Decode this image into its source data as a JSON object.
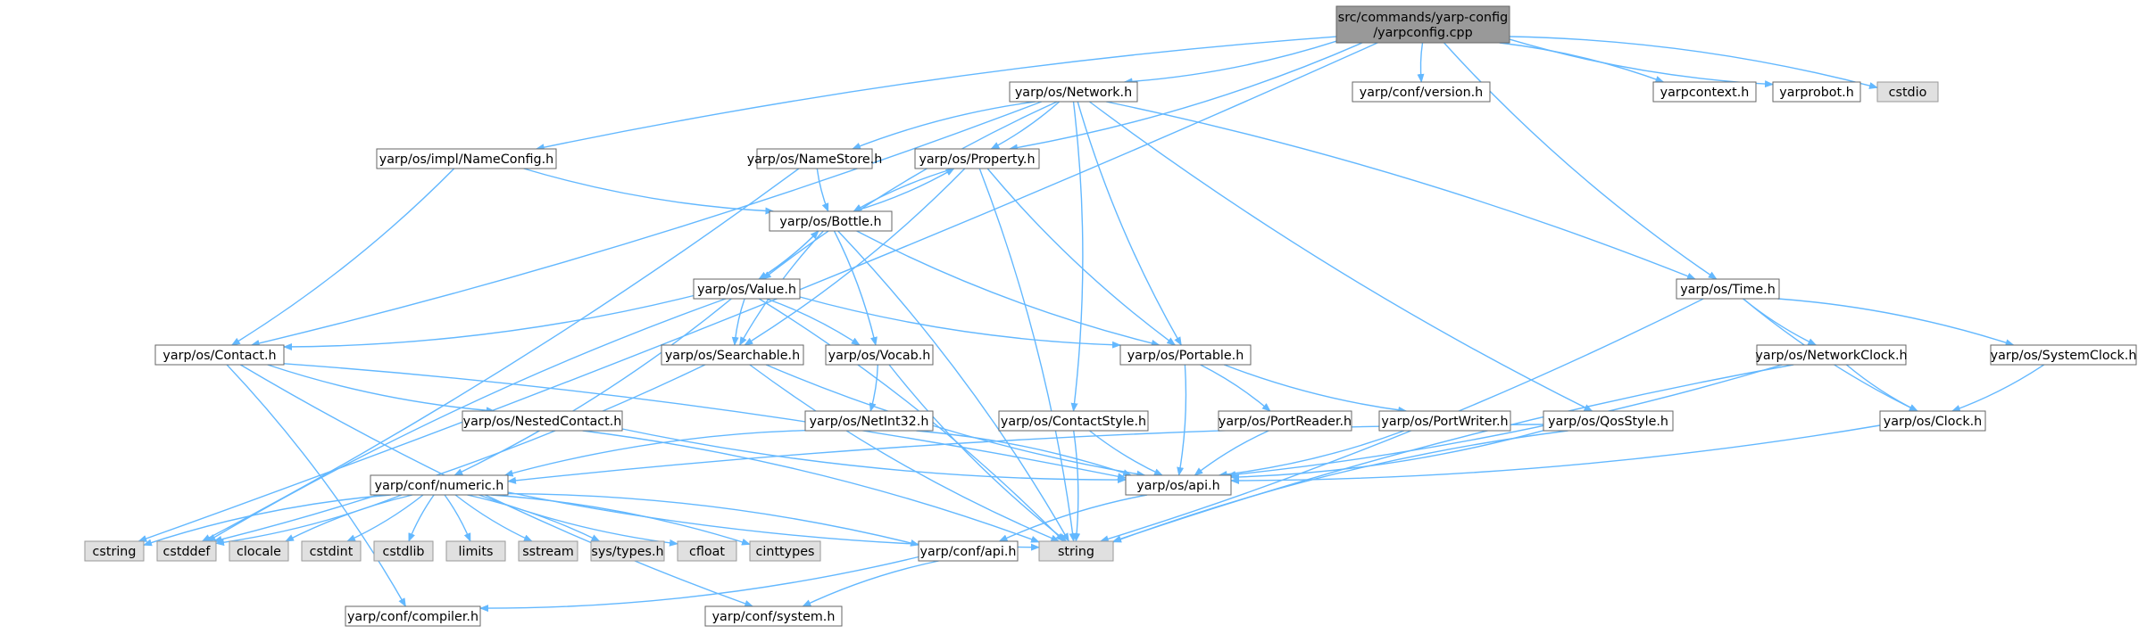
{
  "colors": {
    "root_fill": "#999999",
    "root_stroke": "#666666",
    "file_fill": "#ffffff",
    "file_stroke": "#666666",
    "std_fill": "#e0e0e0",
    "std_stroke": "#999999",
    "edge": "#63b8ff"
  },
  "nodes": [
    {
      "id": "root",
      "kind": "root",
      "lines": [
        "src/commands/yarp-config",
        "/yarpconfig.cpp"
      ]
    },
    {
      "id": "network",
      "kind": "file",
      "lines": [
        "yarp/os/Network.h"
      ]
    },
    {
      "id": "confversion",
      "kind": "file",
      "lines": [
        "yarp/conf/version.h"
      ]
    },
    {
      "id": "yarpcontext",
      "kind": "file",
      "lines": [
        "yarpcontext.h"
      ]
    },
    {
      "id": "yarprobot",
      "kind": "file",
      "lines": [
        "yarprobot.h"
      ]
    },
    {
      "id": "cstdio",
      "kind": "std",
      "lines": [
        "cstdio"
      ]
    },
    {
      "id": "nameconfig",
      "kind": "file",
      "lines": [
        "yarp/os/impl/NameConfig.h"
      ]
    },
    {
      "id": "namestore",
      "kind": "file",
      "lines": [
        "yarp/os/NameStore.h"
      ]
    },
    {
      "id": "property",
      "kind": "file",
      "lines": [
        "yarp/os/Property.h"
      ]
    },
    {
      "id": "bottle",
      "kind": "file",
      "lines": [
        "yarp/os/Bottle.h"
      ]
    },
    {
      "id": "value",
      "kind": "file",
      "lines": [
        "yarp/os/Value.h"
      ]
    },
    {
      "id": "time",
      "kind": "file",
      "lines": [
        "yarp/os/Time.h"
      ]
    },
    {
      "id": "contact",
      "kind": "file",
      "lines": [
        "yarp/os/Contact.h"
      ]
    },
    {
      "id": "searchable",
      "kind": "file",
      "lines": [
        "yarp/os/Searchable.h"
      ]
    },
    {
      "id": "vocab",
      "kind": "file",
      "lines": [
        "yarp/os/Vocab.h"
      ]
    },
    {
      "id": "portable",
      "kind": "file",
      "lines": [
        "yarp/os/Portable.h"
      ]
    },
    {
      "id": "networkclock",
      "kind": "file",
      "lines": [
        "yarp/os/NetworkClock.h"
      ]
    },
    {
      "id": "systemclock",
      "kind": "file",
      "lines": [
        "yarp/os/SystemClock.h"
      ]
    },
    {
      "id": "nestedcontact",
      "kind": "file",
      "lines": [
        "yarp/os/NestedContact.h"
      ]
    },
    {
      "id": "netint32",
      "kind": "file",
      "lines": [
        "yarp/os/NetInt32.h"
      ]
    },
    {
      "id": "contactstyle",
      "kind": "file",
      "lines": [
        "yarp/os/ContactStyle.h"
      ]
    },
    {
      "id": "portreader",
      "kind": "file",
      "lines": [
        "yarp/os/PortReader.h"
      ]
    },
    {
      "id": "portwriter",
      "kind": "file",
      "lines": [
        "yarp/os/PortWriter.h"
      ]
    },
    {
      "id": "qosstyle",
      "kind": "file",
      "lines": [
        "yarp/os/QosStyle.h"
      ]
    },
    {
      "id": "clock",
      "kind": "file",
      "lines": [
        "yarp/os/Clock.h"
      ]
    },
    {
      "id": "numeric",
      "kind": "file",
      "lines": [
        "yarp/conf/numeric.h"
      ]
    },
    {
      "id": "osapi",
      "kind": "file",
      "lines": [
        "yarp/os/api.h"
      ]
    },
    {
      "id": "cstring",
      "kind": "std",
      "lines": [
        "cstring"
      ]
    },
    {
      "id": "cstddef",
      "kind": "std",
      "lines": [
        "cstddef"
      ]
    },
    {
      "id": "clocale",
      "kind": "std",
      "lines": [
        "clocale"
      ]
    },
    {
      "id": "cstdint",
      "kind": "std",
      "lines": [
        "cstdint"
      ]
    },
    {
      "id": "cstdlib",
      "kind": "std",
      "lines": [
        "cstdlib"
      ]
    },
    {
      "id": "limits",
      "kind": "std",
      "lines": [
        "limits"
      ]
    },
    {
      "id": "sstream",
      "kind": "std",
      "lines": [
        "sstream"
      ]
    },
    {
      "id": "systypes",
      "kind": "std",
      "lines": [
        "sys/types.h"
      ]
    },
    {
      "id": "cfloat",
      "kind": "std",
      "lines": [
        "cfloat"
      ]
    },
    {
      "id": "cinttypes",
      "kind": "std",
      "lines": [
        "cinttypes"
      ]
    },
    {
      "id": "string",
      "kind": "std",
      "lines": [
        "string"
      ]
    },
    {
      "id": "confapi",
      "kind": "file",
      "lines": [
        "yarp/conf/api.h"
      ]
    },
    {
      "id": "compiler",
      "kind": "file",
      "lines": [
        "yarp/conf/compiler.h"
      ]
    },
    {
      "id": "system",
      "kind": "file",
      "lines": [
        "yarp/conf/system.h"
      ]
    }
  ],
  "edges": [
    [
      "root",
      "network"
    ],
    [
      "root",
      "confversion"
    ],
    [
      "root",
      "yarpcontext"
    ],
    [
      "root",
      "yarprobot"
    ],
    [
      "root",
      "cstdio"
    ],
    [
      "root",
      "nameconfig"
    ],
    [
      "root",
      "property"
    ],
    [
      "root",
      "time"
    ],
    [
      "root",
      "cstring"
    ],
    [
      "network",
      "namestore"
    ],
    [
      "network",
      "property"
    ],
    [
      "network",
      "value"
    ],
    [
      "network",
      "contact"
    ],
    [
      "network",
      "portable"
    ],
    [
      "network",
      "contactstyle"
    ],
    [
      "network",
      "qosstyle"
    ],
    [
      "network",
      "time"
    ],
    [
      "nameconfig",
      "bottle"
    ],
    [
      "nameconfig",
      "contact"
    ],
    [
      "namestore",
      "bottle"
    ],
    [
      "namestore",
      "cstddef"
    ],
    [
      "property",
      "bottle"
    ],
    [
      "property",
      "searchable"
    ],
    [
      "property",
      "portable"
    ],
    [
      "property",
      "string"
    ],
    [
      "bottle",
      "property"
    ],
    [
      "bottle",
      "value"
    ],
    [
      "bottle",
      "searchable"
    ],
    [
      "bottle",
      "vocab"
    ],
    [
      "bottle",
      "portable"
    ],
    [
      "bottle",
      "string"
    ],
    [
      "value",
      "bottle"
    ],
    [
      "value",
      "contact"
    ],
    [
      "value",
      "searchable"
    ],
    [
      "value",
      "vocab"
    ],
    [
      "value",
      "portable"
    ],
    [
      "value",
      "numeric"
    ],
    [
      "value",
      "cstddef"
    ],
    [
      "value",
      "string"
    ],
    [
      "time",
      "networkclock"
    ],
    [
      "time",
      "systemclock"
    ],
    [
      "time",
      "clock"
    ],
    [
      "time",
      "string"
    ],
    [
      "contact",
      "nestedcontact"
    ],
    [
      "contact",
      "compiler"
    ],
    [
      "contact",
      "system"
    ],
    [
      "contact",
      "osapi"
    ],
    [
      "searchable",
      "osapi"
    ],
    [
      "searchable",
      "cstddef"
    ],
    [
      "searchable",
      "string"
    ],
    [
      "vocab",
      "netint32"
    ],
    [
      "vocab",
      "string"
    ],
    [
      "portable",
      "portreader"
    ],
    [
      "portable",
      "portwriter"
    ],
    [
      "portable",
      "osapi"
    ],
    [
      "networkclock",
      "clock"
    ],
    [
      "networkclock",
      "osapi"
    ],
    [
      "networkclock",
      "string"
    ],
    [
      "systemclock",
      "clock"
    ],
    [
      "nestedcontact",
      "osapi"
    ],
    [
      "nestedcontact",
      "string"
    ],
    [
      "netint32",
      "numeric"
    ],
    [
      "netint32",
      "osapi"
    ],
    [
      "contactstyle",
      "osapi"
    ],
    [
      "contactstyle",
      "string"
    ],
    [
      "portreader",
      "osapi"
    ],
    [
      "portwriter",
      "osapi"
    ],
    [
      "qosstyle",
      "numeric"
    ],
    [
      "qosstyle",
      "osapi"
    ],
    [
      "qosstyle",
      "string"
    ],
    [
      "clock",
      "osapi"
    ],
    [
      "numeric",
      "cstring"
    ],
    [
      "numeric",
      "cstddef"
    ],
    [
      "numeric",
      "clocale"
    ],
    [
      "numeric",
      "cstdint"
    ],
    [
      "numeric",
      "cstdlib"
    ],
    [
      "numeric",
      "limits"
    ],
    [
      "numeric",
      "sstream"
    ],
    [
      "numeric",
      "systypes"
    ],
    [
      "numeric",
      "cfloat"
    ],
    [
      "numeric",
      "cinttypes"
    ],
    [
      "numeric",
      "string"
    ],
    [
      "numeric",
      "confapi"
    ],
    [
      "osapi",
      "confapi"
    ],
    [
      "confapi",
      "compiler"
    ],
    [
      "confapi",
      "system"
    ]
  ]
}
